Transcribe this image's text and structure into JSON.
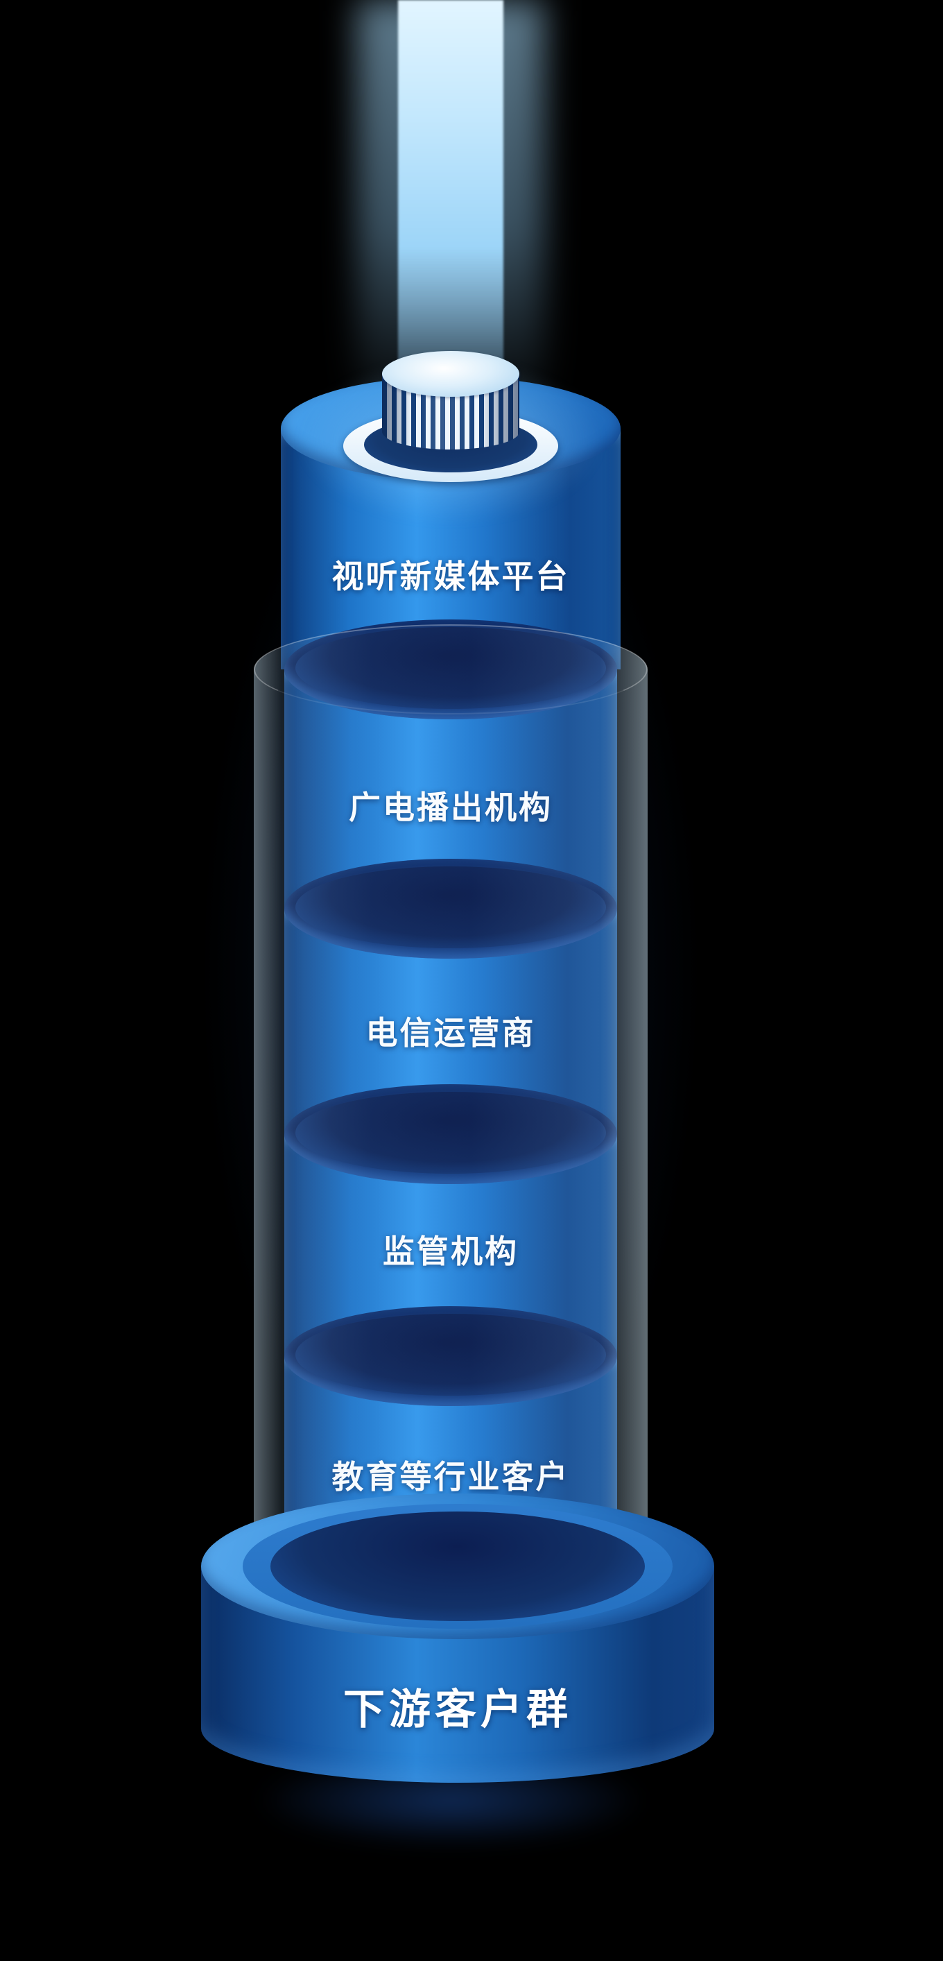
{
  "diagram": {
    "type": "stacked-cylinder-tower",
    "layers": [
      {
        "label": "视听新媒体平台"
      },
      {
        "label": "广电播出机构"
      },
      {
        "label": "电信运营商"
      },
      {
        "label": "监管机构"
      },
      {
        "label": "教育等行业客户"
      }
    ],
    "base": {
      "label": "下游客户群"
    },
    "colors": {
      "background": "#000000",
      "beam": "#c9ecff",
      "cylinder_bright": "#3498ec",
      "cylinder_dark": "#0c3a7a",
      "junction_dark": "#0c2257",
      "glass": "#aee0ff",
      "base_ring": "#58aaee",
      "label_text": "#ffffff"
    }
  }
}
